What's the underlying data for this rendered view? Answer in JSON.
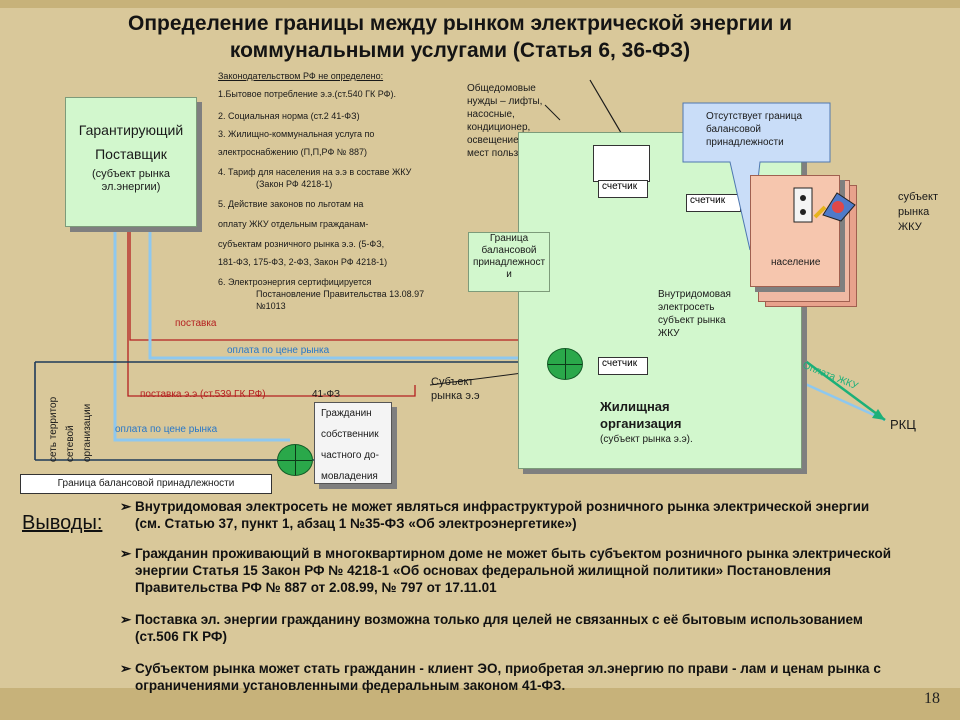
{
  "title": {
    "line1": "Определение границы между рынком электрической энергии и",
    "line2": "коммунальными услугами (Статья 6, 36-ФЗ)"
  },
  "guarantor": {
    "line1": "Гарантирующий",
    "line2": "Поставщик",
    "line3": "(субъект рынка",
    "line4": "эл.энергии)"
  },
  "law_notes": {
    "heading": "Законодательством РФ не определено:",
    "items": [
      "1.Бытовое потребление э.э.(ст.540 ГК РФ).",
      "2. Социальная норма (ст.2 41-ФЗ)",
      "3. Жилищно-коммунальная услуга по",
      "электроснабжению (П,П,РФ № 887)",
      "4. Тариф для населения на э.э в составе ЖКУ",
      "(Закон РФ 4218-1)",
      "5. Действие законов по льготам на",
      "оплату ЖКУ отдельным гражданам-",
      "субъектам розничного рынка э.э. (5-ФЗ,",
      "181-ФЗ, 175-ФЗ, 2-ФЗ, Закон РФ 4218-1)",
      "6. Электроэнергия сертифицируется",
      "Постановление Правительства 13.08.97",
      "№1013"
    ]
  },
  "common_needs": {
    "lines": [
      "Общедомовые",
      "нужды – лифты,",
      "насосные,",
      "кондиционер,",
      "освещение общих",
      "мест пользования"
    ]
  },
  "no_boundary": {
    "lines": [
      "Отсутствует граница",
      "балансовой",
      "принадлежности"
    ]
  },
  "residents": {
    "label": "население"
  },
  "zhku_subject": {
    "lines": [
      "субъект",
      "рынка",
      "ЖКУ"
    ]
  },
  "meters": {
    "m1": "счетчик",
    "m2": "счетчик",
    "m3": "счетчик"
  },
  "balance_boundary_mid": {
    "lines": [
      "Граница",
      "балансовой",
      "принадлежност",
      "и"
    ]
  },
  "internal_network": {
    "lines": [
      "Внутридомовая",
      "электросеть",
      "субъект рынка",
      "ЖКУ"
    ]
  },
  "housing_org": {
    "line1": "Жилищная",
    "line2": "организация",
    "line3": "(субъект рынка э.э)."
  },
  "market_subject": {
    "lines": [
      "Субъект",
      "рынка э.э"
    ]
  },
  "citizen": {
    "lines": [
      "Гражданин",
      "собственник",
      "частного до-",
      "мовладения"
    ]
  },
  "grid_org": {
    "lines": [
      "сеть территор",
      "сетевой",
      "организации"
    ]
  },
  "balance_boundary_bottom": {
    "label": "Граница балансовой принадлежности"
  },
  "flows": {
    "supply1": "поставка",
    "pay_market1": "оплата по цене рынка",
    "supply2": "поставка э.э (ст.539 ГК РФ)",
    "law_41": "41-ФЗ",
    "pay_market2": "оплата по цене рынка",
    "pay_zhku": "Оплата ЖКУ",
    "rkc": "РКЦ"
  },
  "conclusions": {
    "heading": "Выводы:",
    "items": [
      "Внутридомовая электросеть не может являться инфраструктурой розничного рынка электрической энергии (см. Статью 37, пункт 1, абзац 1 №35-ФЗ «Об электроэнергетике»)",
      "Гражданин проживающий в многоквартирном доме не может быть субъектом розничного рынка электрической энергии Статья 15 Закон РФ № 4218-1 «Об основах федеральной жилищной политики» Постановления Правительства РФ № 887 от 2.08.99, № 797 от 17.11.01",
      "Поставка эл. энергии гражданину возможна только для целей не связанных с её бытовым использованием (ст.506 ГК РФ)",
      "Субъектом рынка может стать гражданин - клиент ЭО, приобретая эл.энергию по прави - лам и ценам рынка с ограничениями установленными федеральным законом 41-ФЗ."
    ]
  },
  "page_number": "18",
  "colors": {
    "background": "#d9c89a",
    "box_green": "#d2f7cd",
    "callout_blue": "#c9ddf8",
    "flow_blue": "#8ec8ef",
    "flow_red": "#b42020",
    "pay_green": "#1bb079",
    "node_green": "#2aa84a"
  }
}
